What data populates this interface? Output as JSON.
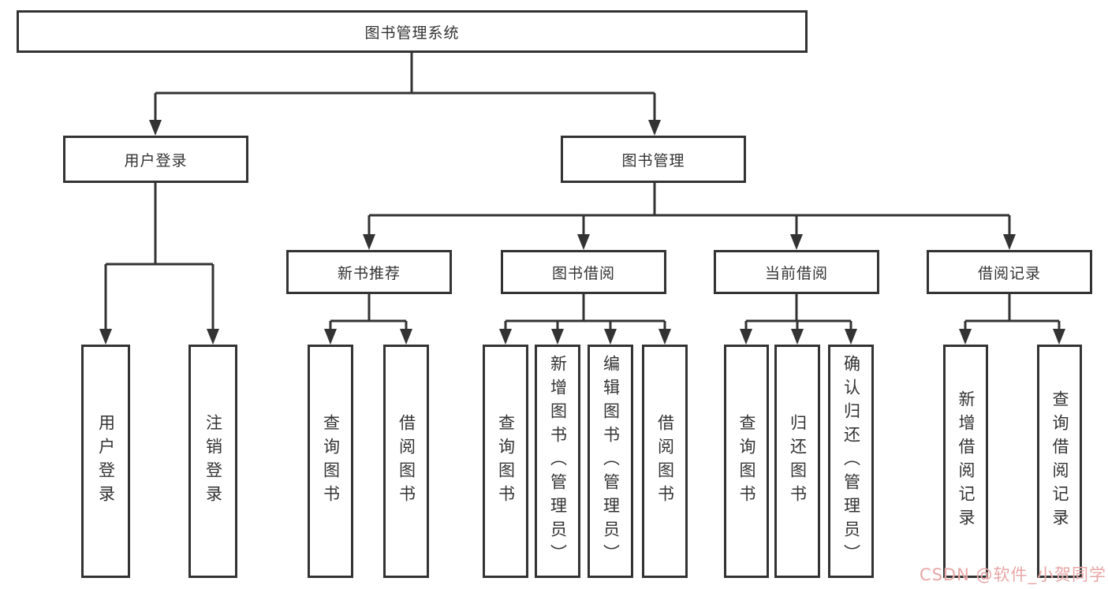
{
  "tree": {
    "label": "图书管理系统",
    "children": [
      {
        "label": "用户登录",
        "children": [
          {
            "label": "用户登录"
          },
          {
            "label": "注销登录"
          }
        ]
      },
      {
        "label": "图书管理",
        "children": [
          {
            "label": "新书推荐",
            "children": [
              {
                "label": "查询图书"
              },
              {
                "label": "借阅图书"
              }
            ]
          },
          {
            "label": "图书借阅",
            "children": [
              {
                "label": "查询图书"
              },
              {
                "label": "新增图书（管理员）"
              },
              {
                "label": "编辑图书（管理员）"
              },
              {
                "label": "借阅图书"
              }
            ]
          },
          {
            "label": "当前借阅",
            "children": [
              {
                "label": "查询图书"
              },
              {
                "label": "归还图书"
              },
              {
                "label": "确认归还（管理员）"
              }
            ]
          },
          {
            "label": "借阅记录",
            "children": [
              {
                "label": "新增借阅记录"
              },
              {
                "label": "查询借阅记录"
              }
            ]
          }
        ]
      }
    ]
  },
  "watermark": {
    "text": "CSDN @软件_小贺同学",
    "color": "#e9a6a6"
  },
  "colors": {
    "line": "#333333",
    "box_border": "#333333",
    "text": "#333333",
    "background": "#ffffff"
  }
}
